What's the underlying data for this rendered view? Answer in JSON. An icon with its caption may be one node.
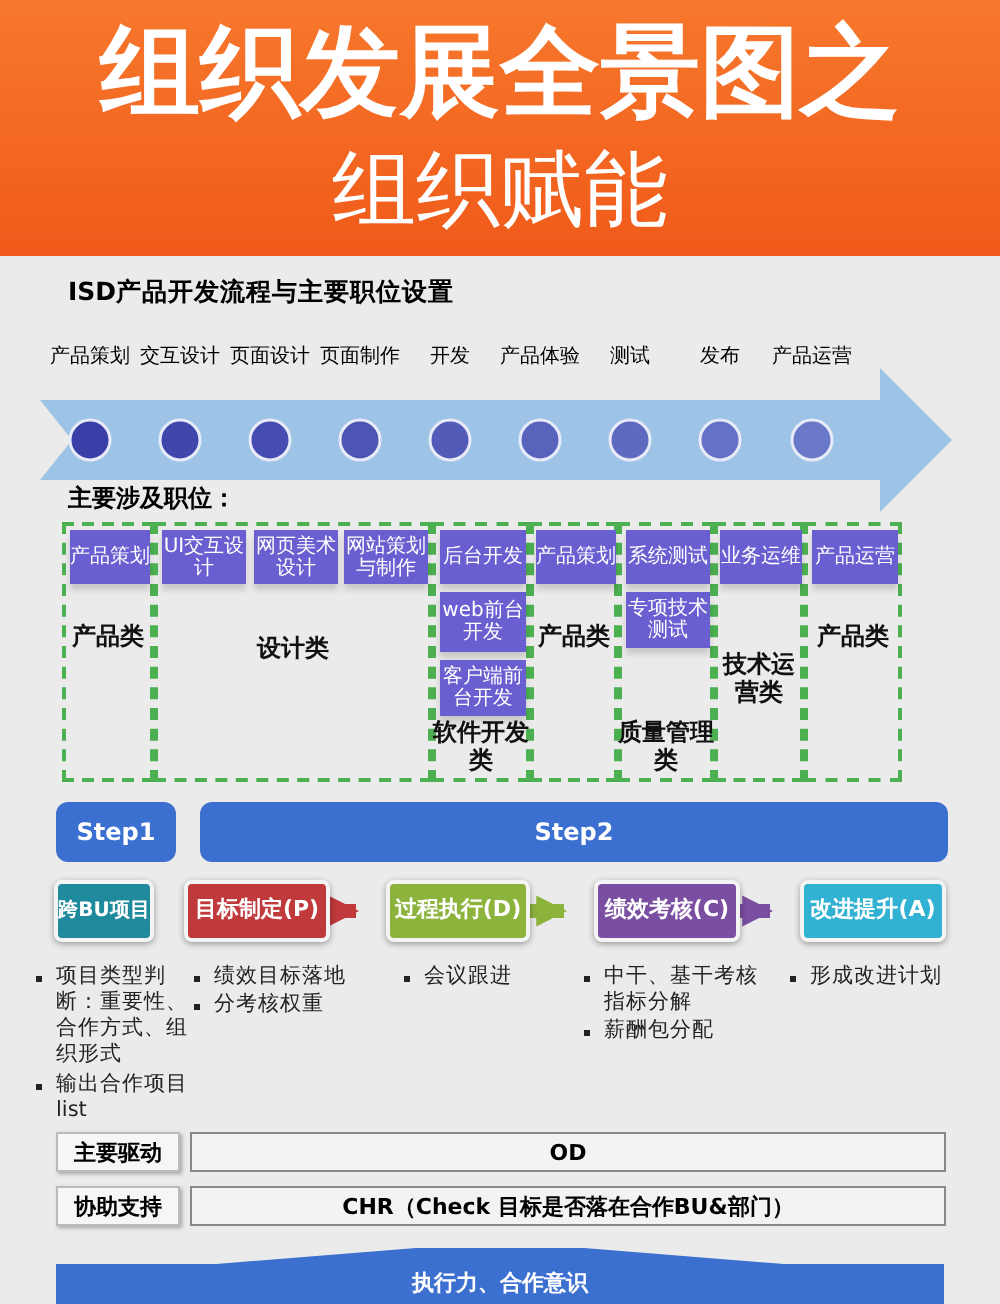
{
  "diagram": {
    "title": "组织发展全景图之",
    "nodes": [
      {
        "text": [
          "产品类"
        ]
      },
      {
        "text": [
          "产品策划"
        ],
        "in": 0
      },
      {
        "text": [
          "设计类"
        ]
      },
      {
        "text": [
          "UI交互设计"
        ],
        "in": 2
      },
      {
        "text": [
          "网页美术设计"
        ],
        "in": 2
      },
      {
        "text": [
          "网站策划与制作"
        ],
        "in": 2
      },
      {
        "text": [
          "软件开发类"
        ]
      },
      {
        "text": [
          "后台开发"
        ],
        "in": 6
      },
      {
        "text": [
          "web前台开发"
        ],
        "in": 6
      },
      {
        "text": [
          "客户端前台开发"
        ],
        "in": 6
      },
      {
        "text": [
          "产品类"
        ]
      },
      {
        "text": [
          "产品策划"
        ],
        "in": 10
      },
      {
        "text": [
          "质量管理类"
        ]
      },
      {
        "text": [
          "系统测试"
        ],
        "in": 12
      },
      {
        "text": [
          "专项技术测试"
        ],
        "in": 12
      },
      {
        "text": [
          "技术运营类"
        ]
      },
      {
        "text": [
          "业务运维"
        ],
        "in": 15
      },
      {
        "text": [
          "产品类"
        ]
      },
      {
        "text": [
          "产品运营"
        ],
        "in": 17
      },
      {
        "text": [
          "Step1"
        ]
      },
      {
        "text": [
          "Step2"
        ]
      },
      {
        "text": [
          "跨BU项目"
        ],
        "beside": [
          "项目类型判断：重要性、合作方式、组织形式",
          "输出合作项目list"
        ]
      },
      {
        "text": [
          "目标制定(P)"
        ],
        "beside": [
          "绩效目标落地",
          "分考核权重"
        ]
      },
      {
        "text": [
          "过程执行(D)"
        ],
        "beside": [
          "会议跟进"
        ]
      },
      {
        "text": [
          "绩效考核(C)"
        ],
        "beside": [
          "中干、基干考核指标分解",
          "薪酬包分配"
        ]
      },
      {
        "text": [
          "改进提升(A)"
        ],
        "beside": [
          "形成改进计划"
        ]
      },
      {
        "text": [
          "主要驱动"
        ]
      },
      {
        "text": [
          "OD"
        ]
      },
      {
        "text": [
          "协助支持"
        ]
      },
      {
        "text": [
          "CHR（Check 目标是否落在合作BU&部门）"
        ]
      },
      {
        "text": [
          "执行力、合作意识"
        ]
      }
    ],
    "edges": [
      {
        "from": 22,
        "to": 23,
        "arrow": "to",
        "color": "#c0393b"
      },
      {
        "from": 23,
        "to": 24,
        "arrow": "to",
        "color": "#8cb43c"
      },
      {
        "from": 24,
        "to": 25,
        "arrow": "to",
        "color": "#7a4ea0"
      }
    ],
    "labels": [
      "组织赋能",
      "ISD产品开发流程与主要职位设置",
      "产品策划",
      "交互设计",
      "页面设计",
      "页面制作",
      "开发",
      "产品体验",
      "测试",
      "发布",
      "产品运营",
      "主要涉及职位："
    ]
  }
}
